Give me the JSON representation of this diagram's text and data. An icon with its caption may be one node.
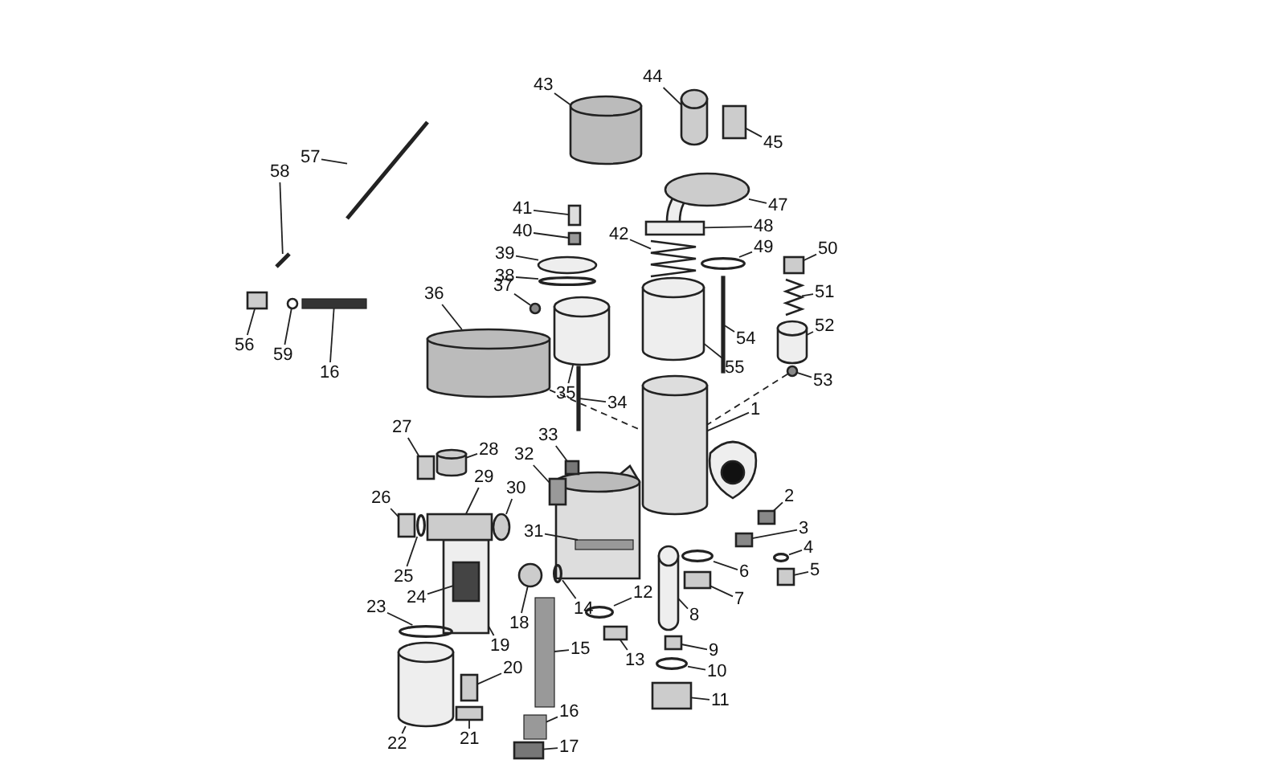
{
  "diagram": {
    "nodes": [
      {
        "text": [
          "1"
        ]
      },
      {
        "text": [
          "2"
        ]
      },
      {
        "text": [
          "3"
        ]
      },
      {
        "text": [
          "4"
        ]
      },
      {
        "text": [
          "5"
        ]
      },
      {
        "text": [
          "6"
        ]
      },
      {
        "text": [
          "7"
        ]
      },
      {
        "text": [
          "8"
        ]
      },
      {
        "text": [
          "9"
        ]
      },
      {
        "text": [
          "10"
        ]
      },
      {
        "text": [
          "11"
        ]
      },
      {
        "text": [
          "12"
        ]
      },
      {
        "text": [
          "13"
        ]
      },
      {
        "text": [
          "14"
        ]
      },
      {
        "text": [
          "15"
        ]
      },
      {
        "text": [
          "16"
        ]
      },
      {
        "text": [
          "17"
        ]
      },
      {
        "text": [
          "18"
        ]
      },
      {
        "text": [
          "19"
        ]
      },
      {
        "text": [
          "20"
        ]
      },
      {
        "text": [
          "21"
        ]
      },
      {
        "text": [
          "22"
        ]
      },
      {
        "text": [
          "23"
        ]
      },
      {
        "text": [
          "24"
        ]
      },
      {
        "text": [
          "25"
        ]
      },
      {
        "text": [
          "26"
        ]
      },
      {
        "text": [
          "27"
        ]
      },
      {
        "text": [
          "28"
        ]
      },
      {
        "text": [
          "29"
        ]
      },
      {
        "text": [
          "30"
        ]
      },
      {
        "text": [
          "31"
        ]
      },
      {
        "text": [
          "32"
        ]
      },
      {
        "text": [
          "33"
        ]
      },
      {
        "text": [
          "34"
        ]
      },
      {
        "text": [
          "35"
        ]
      },
      {
        "text": [
          "36"
        ]
      },
      {
        "text": [
          "37"
        ]
      },
      {
        "text": [
          "38"
        ]
      },
      {
        "text": [
          "39"
        ]
      },
      {
        "text": [
          "40"
        ]
      },
      {
        "text": [
          "41"
        ]
      },
      {
        "text": [
          "42"
        ]
      },
      {
        "text": [
          "43"
        ]
      },
      {
        "text": [
          "44"
        ]
      },
      {
        "text": [
          "45"
        ]
      },
      {
        "text": [
          "47"
        ]
      },
      {
        "text": [
          "48"
        ]
      },
      {
        "text": [
          "49"
        ]
      },
      {
        "text": [
          "50"
        ]
      },
      {
        "text": [
          "51"
        ]
      },
      {
        "text": [
          "52"
        ]
      },
      {
        "text": [
          "53"
        ]
      },
      {
        "text": [
          "54"
        ]
      },
      {
        "text": [
          "55"
        ]
      },
      {
        "text": [
          "56"
        ]
      },
      {
        "text": [
          "57"
        ]
      },
      {
        "text": [
          "58"
        ]
      },
      {
        "text": [
          "59"
        ]
      },
      {
        "text": [
          "16"
        ]
      },
      {
        "text": [],
        "shape": "cylinder"
      },
      {
        "text": [],
        "shape": "box"
      },
      {
        "text": [],
        "shape": "box"
      },
      {
        "text": [],
        "shape": "ring"
      },
      {
        "text": [],
        "shape": "box"
      },
      {
        "text": [],
        "shape": "ring"
      },
      {
        "text": [],
        "shape": "box"
      },
      {
        "text": [],
        "shape": "cylinder"
      },
      {
        "text": [],
        "shape": "box"
      },
      {
        "text": [],
        "shape": "ring"
      },
      {
        "text": [],
        "shape": "box"
      },
      {
        "text": [],
        "shape": "ring"
      },
      {
        "text": [],
        "shape": "box"
      },
      {
        "text": [],
        "shape": "ring"
      },
      {
        "text": [],
        "shape": "bar"
      },
      {
        "text": [],
        "shape": "bar"
      },
      {
        "text": [],
        "shape": "box"
      },
      {
        "text": [],
        "shape": "circle"
      },
      {
        "text": [],
        "shape": "box"
      },
      {
        "text": [],
        "shape": "box"
      },
      {
        "text": [],
        "shape": "box"
      },
      {
        "text": [],
        "shape": "cylinder"
      },
      {
        "text": [],
        "shape": "ring"
      },
      {
        "text": [],
        "shape": "box",
        "in": 77
      },
      {
        "text": [],
        "shape": "ring"
      },
      {
        "text": [],
        "shape": "box"
      },
      {
        "text": [],
        "shape": "box"
      },
      {
        "text": [],
        "shape": "cylinder"
      },
      {
        "text": [],
        "shape": "box"
      },
      {
        "text": [],
        "shape": "circle"
      },
      {
        "text": [],
        "shape": "bar"
      },
      {
        "text": [],
        "shape": "box"
      },
      {
        "text": [],
        "shape": "box"
      },
      {
        "text": [],
        "shape": "bar"
      },
      {
        "text": [],
        "shape": "cylinder"
      },
      {
        "text": [],
        "shape": "cylinder"
      },
      {
        "text": [],
        "shape": "circle"
      },
      {
        "text": [],
        "shape": "ring"
      },
      {
        "text": [],
        "shape": "circle"
      },
      {
        "text": [],
        "shape": "box"
      },
      {
        "text": [],
        "shape": "box"
      },
      {
        "text": [],
        "shape": "spring"
      },
      {
        "text": [],
        "shape": "cylinder"
      },
      {
        "text": [],
        "shape": "cylinder"
      },
      {
        "text": [],
        "shape": "box"
      },
      {
        "text": [],
        "shape": "circle"
      },
      {
        "text": [],
        "shape": "box"
      },
      {
        "text": [],
        "shape": "ring"
      },
      {
        "text": [],
        "shape": "box"
      },
      {
        "text": [],
        "shape": "spring"
      },
      {
        "text": [],
        "shape": "cylinder"
      },
      {
        "text": [],
        "shape": "circle"
      },
      {
        "text": [],
        "shape": "bar"
      },
      {
        "text": [],
        "shape": "cylinder"
      },
      {
        "text": [],
        "shape": "box"
      },
      {
        "text": [],
        "shape": "needle"
      },
      {
        "text": [],
        "shape": "needle"
      },
      {
        "text": [],
        "shape": "circle"
      },
      {
        "text": [],
        "shape": "bar"
      }
    ],
    "edges": [
      {
        "from": 0,
        "to": 59,
        "arrow": "none"
      },
      {
        "from": 1,
        "to": 60,
        "arrow": "none"
      },
      {
        "from": 2,
        "to": 61,
        "arrow": "none"
      },
      {
        "from": 3,
        "to": 62,
        "arrow": "none"
      },
      {
        "from": 4,
        "to": 63,
        "arrow": "none"
      },
      {
        "from": 5,
        "to": 64,
        "arrow": "none"
      },
      {
        "from": 6,
        "to": 65,
        "arrow": "none"
      },
      {
        "from": 7,
        "to": 66,
        "arrow": "none"
      },
      {
        "from": 8,
        "to": 67,
        "arrow": "none"
      },
      {
        "from": 9,
        "to": 68,
        "arrow": "none"
      },
      {
        "from": 10,
        "to": 69,
        "arrow": "none"
      },
      {
        "from": 11,
        "to": 70,
        "arrow": "none"
      },
      {
        "from": 12,
        "to": 71,
        "arrow": "none"
      },
      {
        "from": 13,
        "to": 72,
        "arrow": "none"
      },
      {
        "from": 14,
        "to": 73,
        "arrow": "none"
      },
      {
        "from": 15,
        "to": 74,
        "arrow": "none"
      },
      {
        "from": 16,
        "to": 75,
        "arrow": "none"
      },
      {
        "from": 17,
        "to": 76,
        "arrow": "none"
      },
      {
        "from": 18,
        "to": 77,
        "arrow": "none"
      },
      {
        "from": 19,
        "to": 78,
        "arrow": "none"
      },
      {
        "from": 20,
        "to": 79,
        "arrow": "none"
      },
      {
        "from": 21,
        "to": 80,
        "arrow": "none"
      },
      {
        "from": 22,
        "to": 81,
        "arrow": "none"
      },
      {
        "from": 23,
        "to": 82,
        "arrow": "none"
      },
      {
        "from": 24,
        "to": 83,
        "arrow": "none"
      },
      {
        "from": 25,
        "to": 84,
        "arrow": "none"
      },
      {
        "from": 26,
        "to": 85,
        "arrow": "none"
      },
      {
        "from": 27,
        "to": 86,
        "arrow": "none"
      },
      {
        "from": 28,
        "to": 87,
        "arrow": "none"
      },
      {
        "from": 29,
        "to": 88,
        "arrow": "none"
      },
      {
        "from": 30,
        "to": 89,
        "arrow": "none"
      },
      {
        "from": 31,
        "to": 90,
        "arrow": "none"
      },
      {
        "from": 32,
        "to": 91,
        "arrow": "none"
      },
      {
        "from": 33,
        "to": 92,
        "arrow": "none"
      },
      {
        "from": 34,
        "to": 93,
        "arrow": "none"
      },
      {
        "from": 35,
        "to": 94,
        "arrow": "none"
      },
      {
        "from": 36,
        "to": 95,
        "arrow": "none"
      },
      {
        "from": 37,
        "to": 96,
        "arrow": "none"
      },
      {
        "from": 38,
        "to": 97,
        "arrow": "none"
      },
      {
        "from": 39,
        "to": 98,
        "arrow": "none"
      },
      {
        "from": 40,
        "to": 99,
        "arrow": "none"
      },
      {
        "from": 41,
        "to": 100,
        "arrow": "none"
      },
      {
        "from": 42,
        "to": 101,
        "arrow": "none"
      },
      {
        "from": 43,
        "to": 102,
        "arrow": "none"
      },
      {
        "from": 44,
        "to": 103,
        "arrow": "none"
      },
      {
        "from": 45,
        "to": 104,
        "arrow": "none"
      },
      {
        "from": 46,
        "to": 105,
        "arrow": "none"
      },
      {
        "from": 47,
        "to": 106,
        "arrow": "none"
      },
      {
        "from": 48,
        "to": 107,
        "arrow": "none"
      },
      {
        "from": 49,
        "to": 108,
        "arrow": "none"
      },
      {
        "from": 50,
        "to": 109,
        "arrow": "none"
      },
      {
        "from": 51,
        "to": 110,
        "arrow": "none"
      },
      {
        "from": 52,
        "to": 111,
        "arrow": "none"
      },
      {
        "from": 53,
        "to": 112,
        "arrow": "none"
      },
      {
        "from": 54,
        "to": 113,
        "arrow": "none"
      },
      {
        "from": 55,
        "to": 114,
        "arrow": "none"
      },
      {
        "from": 56,
        "to": 115,
        "arrow": "none"
      },
      {
        "from": 57,
        "to": 116,
        "arrow": "none"
      },
      {
        "from": 58,
        "to": 117,
        "arrow": "none"
      },
      {
        "from": 94,
        "to": 59,
        "arrow": "none",
        "style": "dashed"
      },
      {
        "from": 110,
        "to": 59,
        "arrow": "none",
        "style": "dashed"
      }
    ]
  }
}
